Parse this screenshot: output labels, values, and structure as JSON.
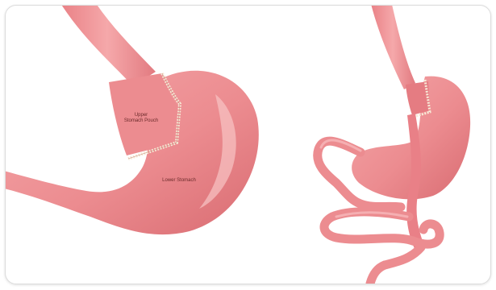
{
  "labels": {
    "upper_pouch_line1": "Upper",
    "upper_pouch_line2": "Stomach Pouch",
    "lower_stomach": "Lower Stomach"
  },
  "colors": {
    "tissue": "#ef8f92",
    "tissue_light": "#f6b2b3",
    "tissue_dark": "#d76c72",
    "staple": "#f7ead7",
    "frame_border": "#dcdcdc"
  },
  "icons": [
    "stomach-diagram-left",
    "stomach-diagram-right"
  ]
}
